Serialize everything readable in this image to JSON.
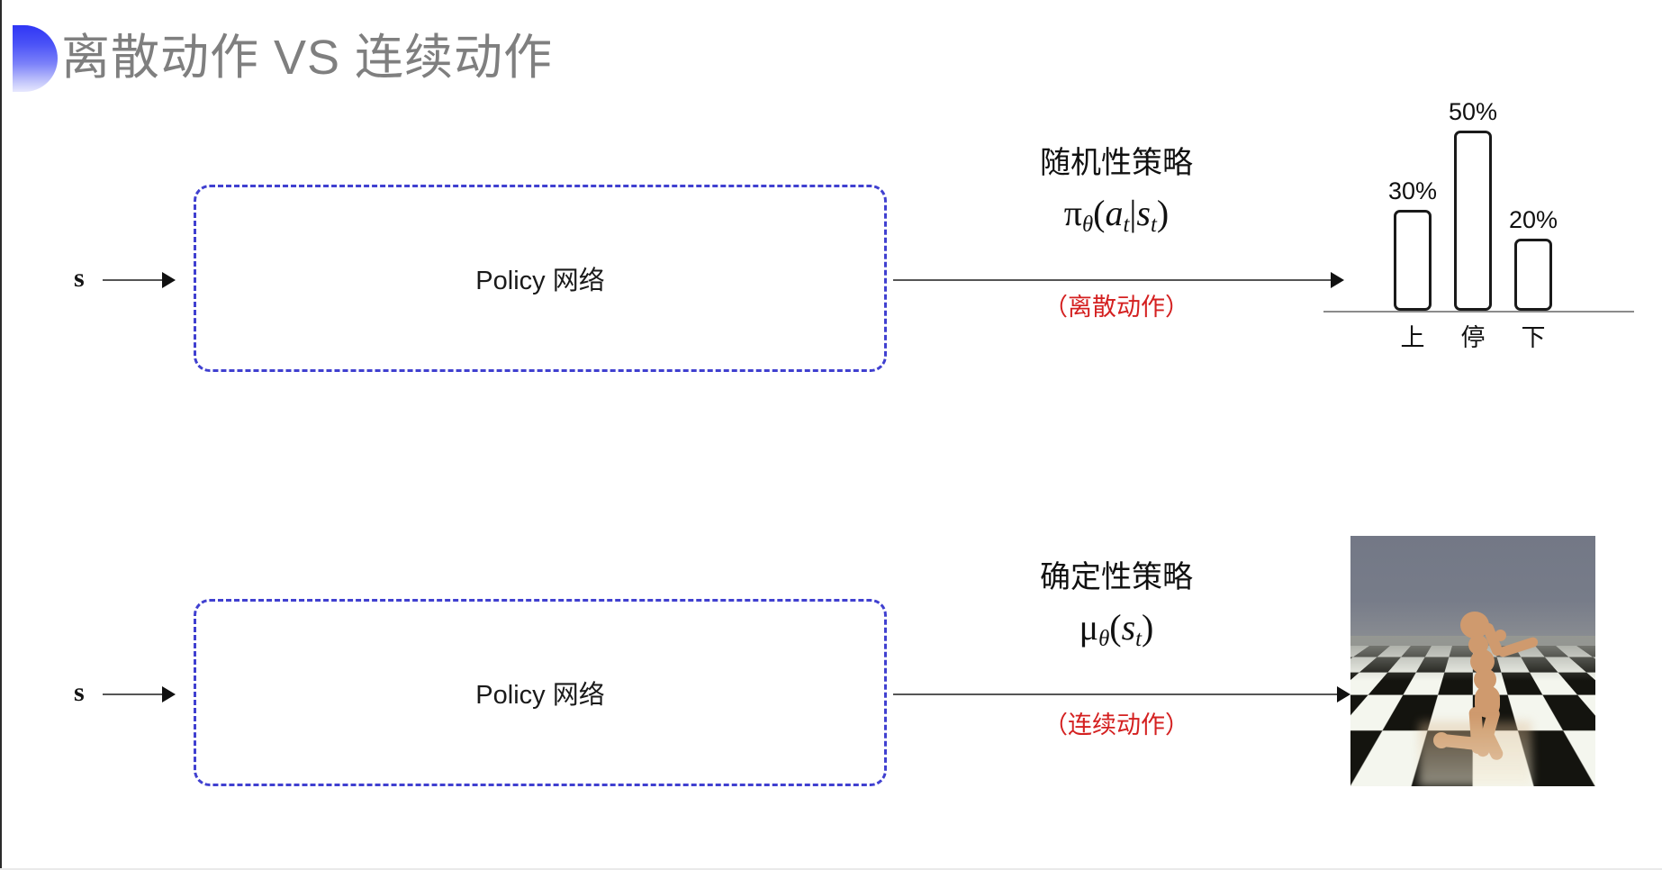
{
  "slide": {
    "title": "离散动作 VS 连续动作",
    "bullet_icon": "half-circle-gradient-icon",
    "accent_color": "#3a42f6",
    "title_color": "#7f7f7f",
    "note_color": "#d42020",
    "box_border_color": "#4040d0"
  },
  "rows": [
    {
      "id": "discrete",
      "state_label": "s",
      "box_label": "Policy 网络",
      "caption_title": "随机性策略",
      "caption_formula": "π_θ(a_t|s_t)",
      "caption_note": "（离散动作）",
      "output_kind": "bar-chart"
    },
    {
      "id": "continuous",
      "state_label": "s",
      "box_label": "Policy 网络",
      "caption_title": "确定性策略",
      "caption_formula": "μ_θ(s_t)",
      "caption_note": "（连续动作）",
      "output_kind": "humanoid-simulation-image"
    }
  ],
  "chart_data": {
    "type": "bar",
    "title": "",
    "categories": [
      "上",
      "停",
      "下"
    ],
    "values": [
      30,
      50,
      20
    ],
    "value_labels": [
      "30%",
      "50%",
      "20%"
    ],
    "ylabel": "",
    "xlabel": "",
    "ylim": [
      0,
      55
    ],
    "grid": false,
    "legend": "none"
  },
  "formula_parts": {
    "pi": "π",
    "mu": "μ",
    "theta": "θ",
    "a": "a",
    "s": "s",
    "t": "t",
    "bar": "|",
    "lparen": "(",
    "rparen": ")"
  },
  "sim_image": {
    "alt_name": "mujoco-humanoid-on-checkerboard-floor"
  }
}
